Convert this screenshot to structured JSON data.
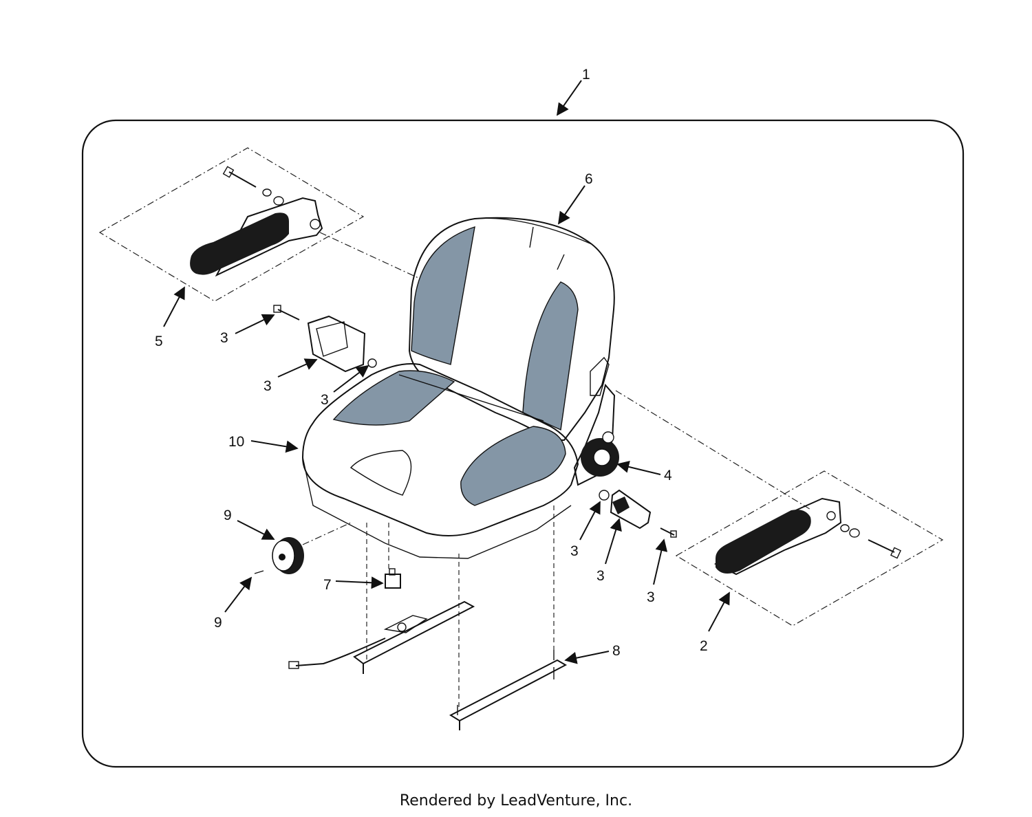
{
  "diagram": {
    "colors": {
      "seat_panel": "#8496a6",
      "line": "#111111",
      "pad": "#1a1a1a"
    },
    "callouts": [
      {
        "id": "c1",
        "label": "1"
      },
      {
        "id": "c6",
        "label": "6"
      },
      {
        "id": "c5",
        "label": "5"
      },
      {
        "id": "c3a",
        "label": "3"
      },
      {
        "id": "c3b",
        "label": "3"
      },
      {
        "id": "c3c",
        "label": "3"
      },
      {
        "id": "c10",
        "label": "10"
      },
      {
        "id": "c4",
        "label": "4"
      },
      {
        "id": "c9a",
        "label": "9"
      },
      {
        "id": "c9b",
        "label": "9"
      },
      {
        "id": "c7",
        "label": "7"
      },
      {
        "id": "c3d",
        "label": "3"
      },
      {
        "id": "c3e",
        "label": "3"
      },
      {
        "id": "c3f",
        "label": "3"
      },
      {
        "id": "c2",
        "label": "2"
      },
      {
        "id": "c8",
        "label": "8"
      }
    ]
  },
  "footer": {
    "text": "Rendered by LeadVenture, Inc."
  }
}
